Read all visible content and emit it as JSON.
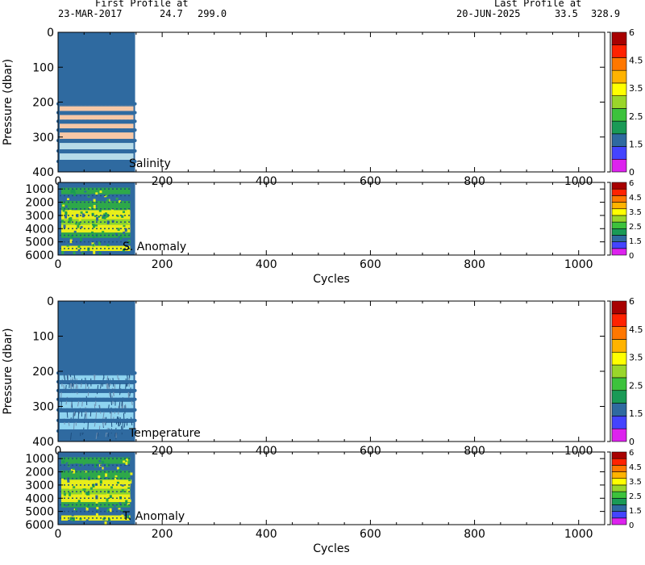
{
  "header": {
    "first_label": "First Profile at",
    "first_date": "23-MAR-2017",
    "first_lat": "24.7",
    "first_lon": "299.0",
    "last_label": "Last Profile at",
    "last_date": "20-JUN-2025",
    "last_lat": "33.5",
    "last_lon": "328.9"
  },
  "colors": {
    "profile_blue": "#2f6aa0",
    "salinity_band": "#f6c7a6",
    "salinity_band_light": "#b6dbe8",
    "temp_band": "#8fd4f0",
    "anomaly_green": "#2ea84a",
    "anomaly_yellow": "#e8ee1a",
    "anomaly_lime": "#8ad62a"
  },
  "colorbar": {
    "colors": [
      "#dd22ee",
      "#4444ff",
      "#2f6aa0",
      "#1a9a56",
      "#3cc23c",
      "#9ad62a",
      "#ffff00",
      "#ffb300",
      "#ff7700",
      "#ff2200",
      "#a80000"
    ],
    "tick_labels_main": [
      "0",
      "1.5",
      "2.5",
      "3.5",
      "4.5",
      "6"
    ],
    "tick_labels_anom": [
      "0",
      "1.5",
      "2.5",
      "3.5",
      "4.5",
      "6"
    ]
  },
  "chart_data": [
    {
      "type": "heatmap",
      "title": "",
      "inner_label": "Salinity",
      "xlabel": "",
      "ylabel": "Pressure (dbar)",
      "xlim": [
        0,
        1050
      ],
      "ylim": [
        400,
        0
      ],
      "xticks": [
        0,
        200,
        400,
        600,
        800,
        1000
      ],
      "yticks": [
        0,
        100,
        200,
        300,
        400
      ],
      "data_extent_cycles": [
        0,
        148
      ],
      "bands_pressure": [
        205,
        230,
        255,
        280,
        310,
        340,
        370
      ]
    },
    {
      "type": "heatmap",
      "inner_label": "S. Anomaly",
      "xlabel": "Cycles",
      "ylabel": "",
      "xlim": [
        0,
        1050
      ],
      "ylim": [
        6000,
        500
      ],
      "xticks": [
        0,
        200,
        400,
        600,
        800,
        1000
      ],
      "yticks": [
        1000,
        2000,
        3000,
        4000,
        5000,
        6000
      ],
      "data_extent_cycles": [
        0,
        148
      ]
    },
    {
      "type": "heatmap",
      "inner_label": "Temperature",
      "xlabel": "",
      "ylabel": "Pressure (dbar)",
      "xlim": [
        0,
        1050
      ],
      "ylim": [
        400,
        0
      ],
      "xticks": [
        0,
        200,
        400,
        600,
        800,
        1000
      ],
      "yticks": [
        0,
        100,
        200,
        300,
        400
      ],
      "data_extent_cycles": [
        0,
        148
      ],
      "bands_pressure": [
        205,
        230,
        255,
        280,
        310,
        340,
        370
      ]
    },
    {
      "type": "heatmap",
      "inner_label": "T. Anomaly",
      "xlabel": "Cycles",
      "ylabel": "",
      "xlim": [
        0,
        1050
      ],
      "ylim": [
        6000,
        500
      ],
      "xticks": [
        0,
        200,
        400,
        600,
        800,
        1000
      ],
      "yticks": [
        1000,
        2000,
        3000,
        4000,
        5000,
        6000
      ],
      "data_extent_cycles": [
        0,
        148
      ]
    }
  ]
}
